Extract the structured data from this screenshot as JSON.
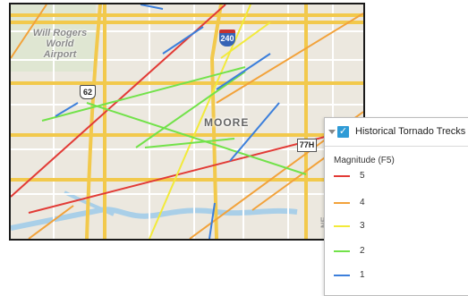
{
  "map": {
    "airport_label_line1": "Will Rogers",
    "airport_label_line2": "World Airport",
    "city_label": "MOORE",
    "us_route_shield": "62",
    "interstate_shield": "240",
    "state_highway_shield": "77H",
    "road_tag": "NE",
    "colors": {
      "background": "#ece8df",
      "major_road": "#f2c94c",
      "minor_road": "#ffffff",
      "water": "#a9cfe8",
      "park": "#d7e3c4"
    },
    "tornado_tracks": [
      {
        "magnitude": 5
      },
      {
        "magnitude": 5
      },
      {
        "magnitude": 4
      },
      {
        "magnitude": 4
      },
      {
        "magnitude": 4
      },
      {
        "magnitude": 4
      },
      {
        "magnitude": 4
      },
      {
        "magnitude": 3
      },
      {
        "magnitude": 3
      },
      {
        "magnitude": 2
      },
      {
        "magnitude": 2
      },
      {
        "magnitude": 2
      },
      {
        "magnitude": 2
      },
      {
        "magnitude": 1
      },
      {
        "magnitude": 1
      },
      {
        "magnitude": 1
      },
      {
        "magnitude": 1
      },
      {
        "magnitude": 1
      },
      {
        "magnitude": 1
      }
    ]
  },
  "legend": {
    "layer_title": "Historical Tornado Trecks",
    "layer_visible": true,
    "field_label": "Magnitude (F5)",
    "checkbox_icon": "checkmark-icon",
    "items": [
      {
        "label": "5",
        "color": "#e23b36"
      },
      {
        "label": "4",
        "color": "#f2a23a"
      },
      {
        "label": "3",
        "color": "#f2ea3a"
      },
      {
        "label": "2",
        "color": "#72e24a"
      },
      {
        "label": "1",
        "color": "#3c7fdb"
      }
    ]
  }
}
